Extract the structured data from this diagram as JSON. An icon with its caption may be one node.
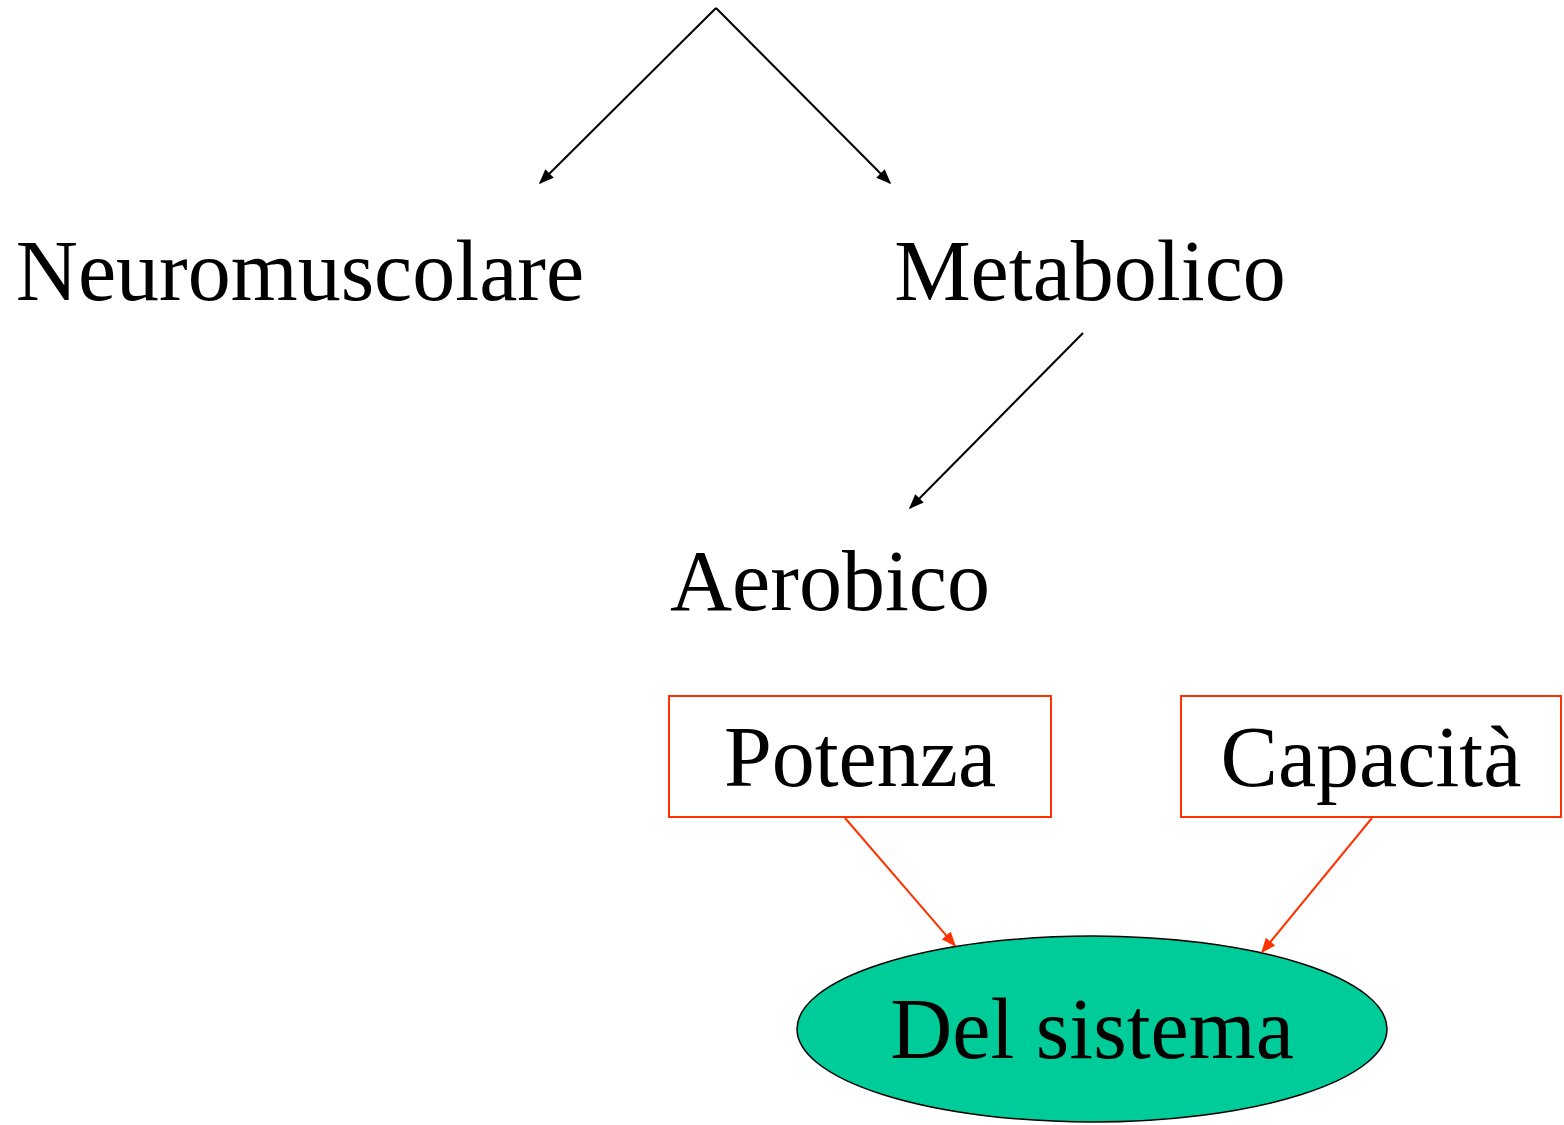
{
  "diagram": {
    "nodes": [
      {
        "text": [
          "Neuromuscolare"
        ]
      },
      {
        "text": [
          "Metabolico"
        ]
      },
      {
        "text": [
          "Aerobico"
        ]
      },
      {
        "text": [
          "Potenza"
        ]
      },
      {
        "text": [
          "Capacità"
        ]
      },
      {
        "text": [
          "Del sistema"
        ]
      }
    ],
    "edges": [
      {
        "from": null,
        "to": 0,
        "arrow": "to"
      },
      {
        "from": null,
        "to": 1,
        "arrow": "to"
      },
      {
        "from": 1,
        "to": 2,
        "arrow": "to"
      },
      {
        "from": 3,
        "to": 5,
        "arrow": "to",
        "color": "#ff3300"
      },
      {
        "from": 4,
        "to": 5,
        "arrow": "to",
        "color": "#ff3300"
      }
    ]
  }
}
